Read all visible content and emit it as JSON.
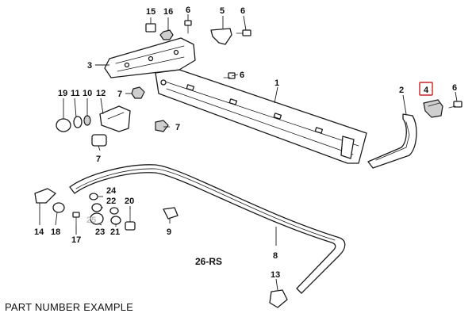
{
  "caption": "PART NUMBER EXAMPLE",
  "highlight_color": "#d12020",
  "section_label": "26-RS",
  "callouts": {
    "c1": "1",
    "c2": "2",
    "c3": "3",
    "c4": "4",
    "c5": "5",
    "c6a": "6",
    "c6b": "6",
    "c6c": "6",
    "c6d": "6",
    "c7a": "7",
    "c7b": "7",
    "c7c": "7",
    "c8": "8",
    "c9": "9",
    "c10": "10",
    "c11": "11",
    "c12": "12",
    "c13": "13",
    "c14": "14",
    "c15": "15",
    "c16": "16",
    "c17": "17",
    "c18": "18",
    "c19": "19",
    "c20": "20",
    "c21": "21",
    "c22": "22",
    "c23": "23",
    "c24": "24",
    "c25": "25"
  },
  "highlighted_part": "4"
}
